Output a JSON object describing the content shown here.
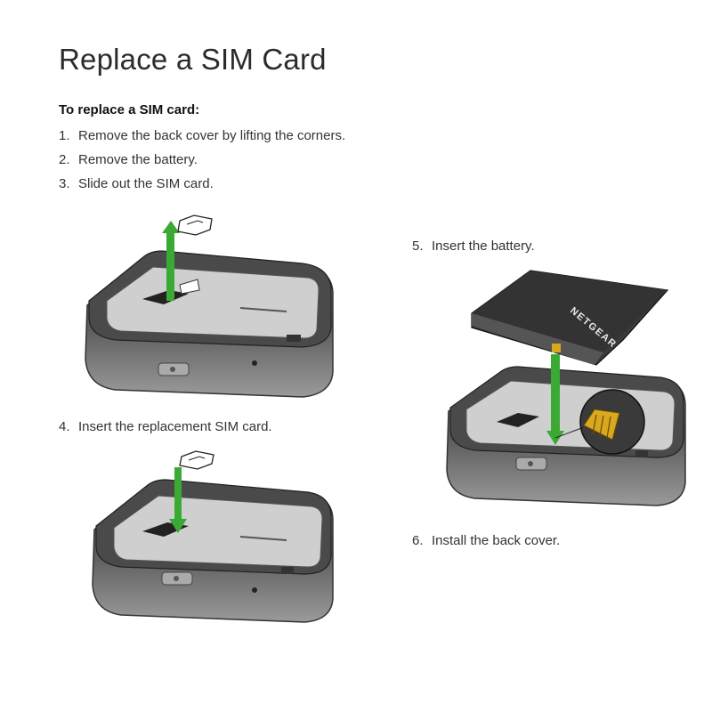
{
  "page": {
    "title": "Replace a SIM Card",
    "subhead": "To replace a SIM card:"
  },
  "steps": [
    {
      "num": "1.",
      "text": "Remove the back cover by lifting the corners."
    },
    {
      "num": "2.",
      "text": "Remove the battery."
    },
    {
      "num": "3.",
      "text": "Slide out the SIM card."
    },
    {
      "num": "4.",
      "text": "Insert the replacement SIM card."
    },
    {
      "num": "5.",
      "text": "Insert the battery."
    },
    {
      "num": "6.",
      "text": "Install the back cover."
    }
  ],
  "battery": {
    "brand": "NETGEAR"
  },
  "colors": {
    "arrow_green": "#3aaa35",
    "device_body": "#6b6b6b",
    "device_bezel": "#4a4a4a",
    "tray": "#cfcfcf",
    "battery": "#3a3a3a",
    "contacts": "#d8a81e"
  }
}
